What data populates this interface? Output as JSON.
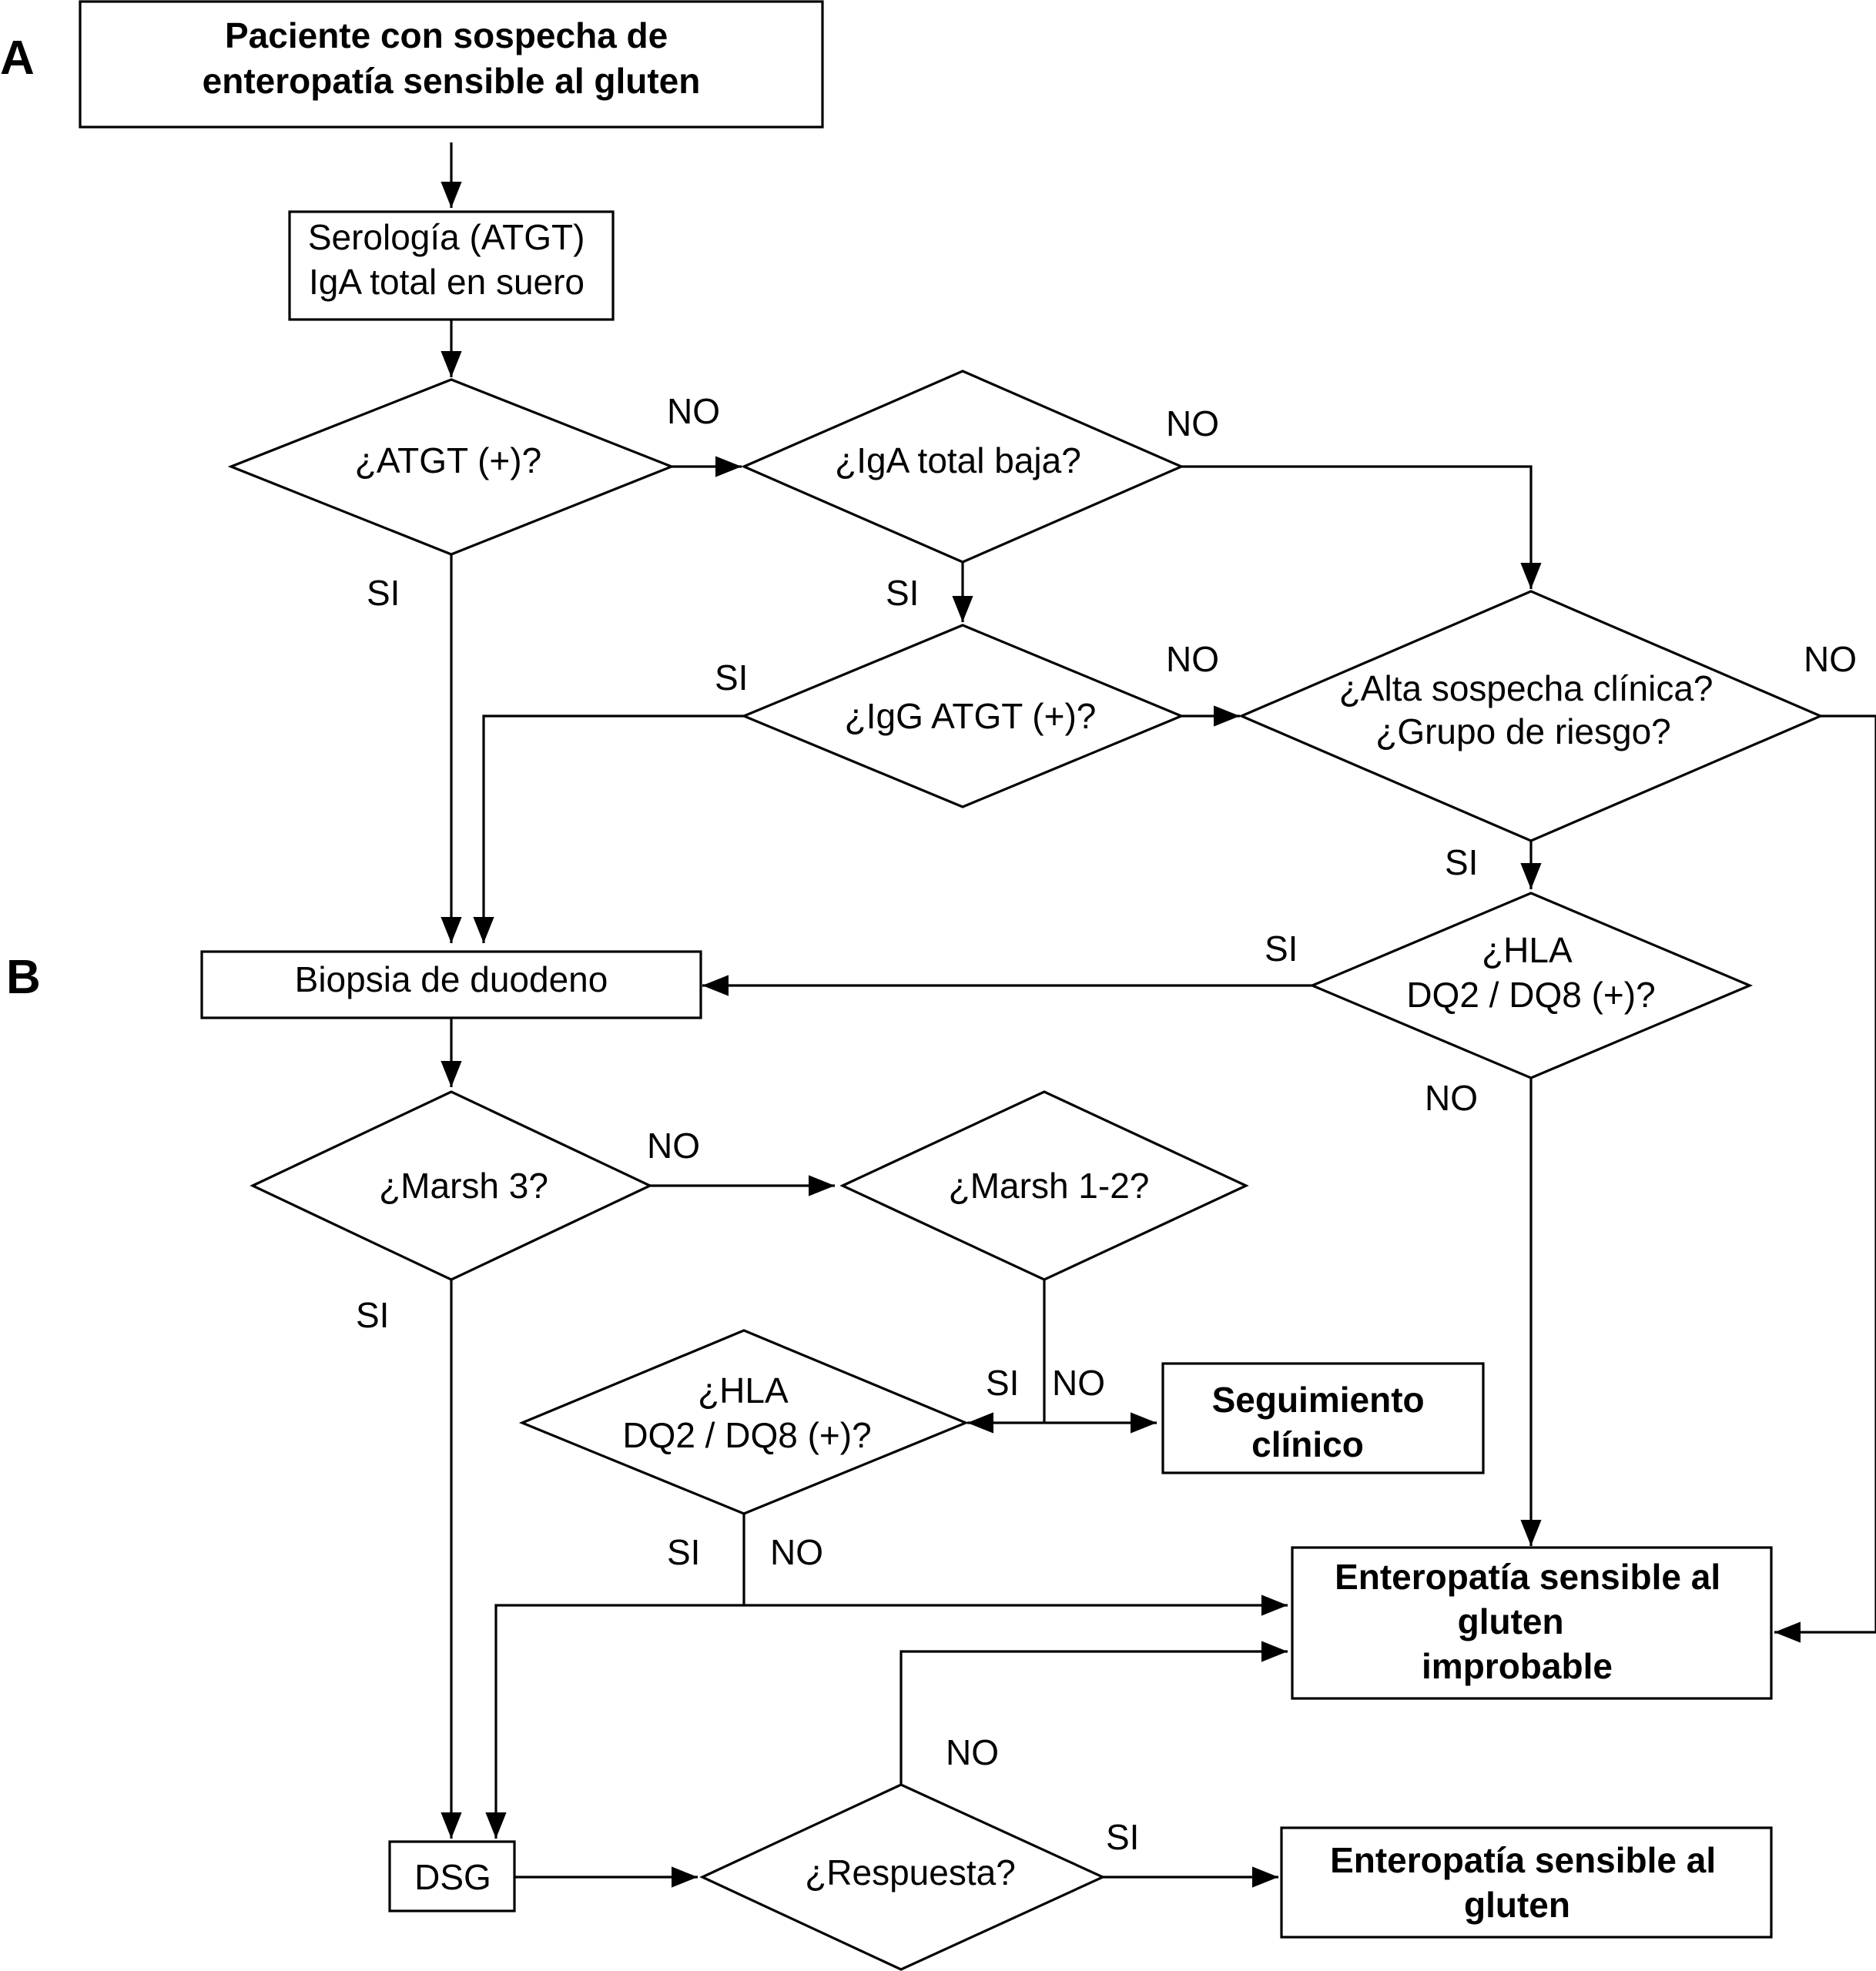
{
  "sections": {
    "a": "A",
    "b": "B"
  },
  "nodes": {
    "start": {
      "lines": [
        "Paciente con sospecha de",
        "enteropatía sensible al gluten"
      ]
    },
    "serology": {
      "lines": [
        "Serología (ATGT)",
        "IgA total en suero"
      ]
    },
    "atgt": {
      "lines": [
        "¿ATGT (+)?"
      ]
    },
    "iga_low": {
      "lines": [
        "¿IgA total baja?"
      ]
    },
    "igg_atgt": {
      "lines": [
        "¿IgG ATGT (+)?"
      ]
    },
    "clinical": {
      "lines": [
        "¿Alta sospecha clínica?",
        "¿Grupo de riesgo?"
      ]
    },
    "hla1": {
      "lines": [
        "¿HLA",
        "DQ2 / DQ8 (+)?"
      ]
    },
    "biopsy": {
      "lines": [
        "Biopsia de duodeno"
      ]
    },
    "marsh3": {
      "lines": [
        "¿Marsh 3?"
      ]
    },
    "marsh12": {
      "lines": [
        "¿Marsh 1-2?"
      ]
    },
    "hla2": {
      "lines": [
        "¿HLA",
        "DQ2 / DQ8 (+)?"
      ]
    },
    "followup": {
      "lines": [
        "Seguimiento",
        "clínico"
      ]
    },
    "improbable": {
      "lines": [
        "Enteropatía sensible al",
        "gluten",
        "improbable"
      ]
    },
    "dsg": {
      "lines": [
        "DSG"
      ]
    },
    "response": {
      "lines": [
        "¿Respuesta?"
      ]
    },
    "positive": {
      "lines": [
        "Enteropatía sensible al",
        "gluten"
      ]
    }
  },
  "edge_labels": {
    "atgt_no": "NO",
    "atgt_si": "SI",
    "iga_no": "NO",
    "iga_si": "SI",
    "igg_si": "SI",
    "igg_no": "NO",
    "clinical_no": "NO",
    "clinical_si": "SI",
    "hla1_si": "SI",
    "hla1_no": "NO",
    "marsh3_no": "NO",
    "marsh3_si": "SI",
    "marsh12_si": "SI",
    "marsh12_no": "NO",
    "hla2_si": "SI",
    "hla2_no": "NO",
    "response_no": "NO",
    "response_si": "SI"
  }
}
